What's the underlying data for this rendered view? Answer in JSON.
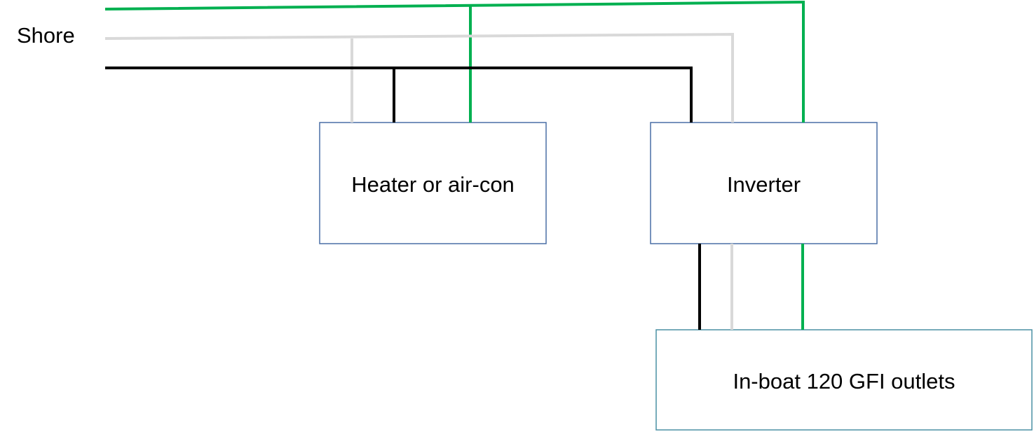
{
  "source_label": "Shore",
  "boxes": {
    "heater": "Heater or air-con",
    "inverter": "Inverter",
    "outlets": "In-boat 120 GFI outlets"
  },
  "colors": {
    "ground_wire": "#00b050",
    "neutral_wire": "#d9d9d9",
    "hot_wire": "#000000",
    "box_border_primary": "#4a6fa5",
    "box_border_secondary": "#4a90a4"
  }
}
